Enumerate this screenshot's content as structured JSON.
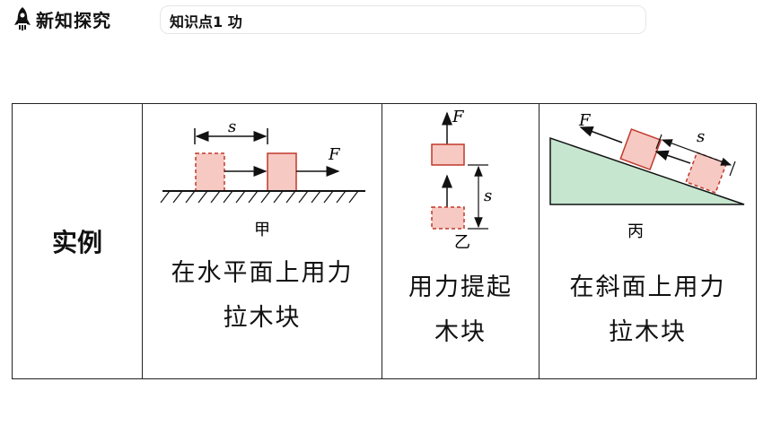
{
  "header": {
    "section_title": "新知探究",
    "topic": "知识点1  功"
  },
  "table": {
    "row_label": "实例",
    "cells": [
      {
        "figure_label": "甲",
        "force_label": "F",
        "distance_label": "s",
        "caption_line1": "在水平面上用力",
        "caption_line2": "拉木块"
      },
      {
        "figure_label": "乙",
        "force_label": "F",
        "distance_label": "s",
        "caption_line1": "用力提起",
        "caption_line2": "木块"
      },
      {
        "figure_label": "丙",
        "force_label": "F",
        "distance_label": "s",
        "caption_line1": "在斜面上用力",
        "caption_line2": "拉木块"
      }
    ]
  },
  "colors": {
    "block_fill": "#f6c9c3",
    "block_stroke": "#c0392b",
    "slope_fill": "#c6e6cf"
  }
}
